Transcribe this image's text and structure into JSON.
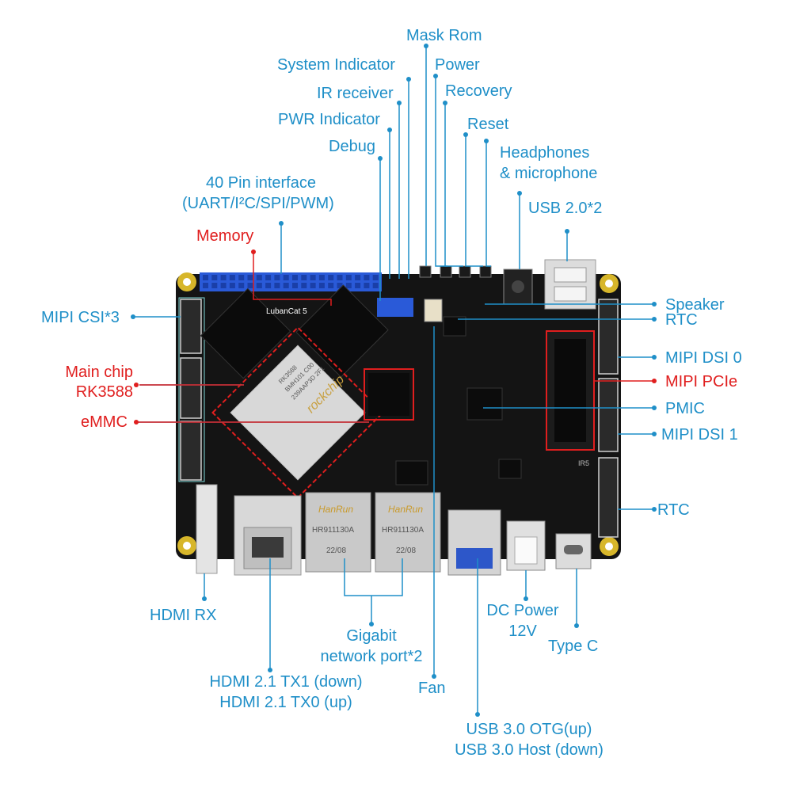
{
  "colors": {
    "label": "#1f8fc8",
    "highlight": "#e01e1e",
    "pcb": "#151515",
    "header": "#2a5ad8"
  },
  "board": {
    "brand": "LubanCat 5",
    "soc_marking": "rockchip",
    "soc_lines": [
      "RK3588",
      "BMH101 C00",
      "239AAP3D 2F1"
    ],
    "eth_brand": "HanRun",
    "eth_model": "HR911130A",
    "eth_date": "22/08",
    "mark": "IR5"
  },
  "labels": {
    "mask_rom": "Mask Rom",
    "system_indicator": "System Indicator",
    "power": "Power",
    "ir_receiver": "IR receiver",
    "recovery": "Recovery",
    "pwr_indicator": "PWR Indicator",
    "reset": "Reset",
    "debug": "Debug",
    "headphones_1": "Headphones",
    "headphones_2": "& microphone",
    "pin40_1": "40 Pin interface",
    "pin40_2": "(UART/I²C/SPI/PWM)",
    "usb20": "USB 2.0*2",
    "memory": "Memory",
    "mipi_csi": "MIPI CSI*3",
    "speaker": "Speaker",
    "rtc_top": "RTC",
    "mipi_dsi0": "MIPI DSI 0",
    "main_chip_1": "Main chip",
    "main_chip_2": "RK3588",
    "mipi_pcie": "MIPI PCIe",
    "emmc": "eMMC",
    "pmic": "PMIC",
    "mipi_dsi1": "MIPI DSI 1",
    "rtc_bottom": "RTC",
    "hdmi_rx": "HDMI RX",
    "dc_power_1": "DC Power",
    "dc_power_2": "12V",
    "gigabit_1": "Gigabit",
    "gigabit_2": "network port*2",
    "type_c": "Type C",
    "hdmi_tx_1": "HDMI 2.1 TX1 (down)",
    "hdmi_tx_2": "HDMI 2.1 TX0 (up)",
    "fan": "Fan",
    "usb30_1": "USB 3.0 OTG(up)",
    "usb30_2": "USB 3.0 Host (down)"
  }
}
